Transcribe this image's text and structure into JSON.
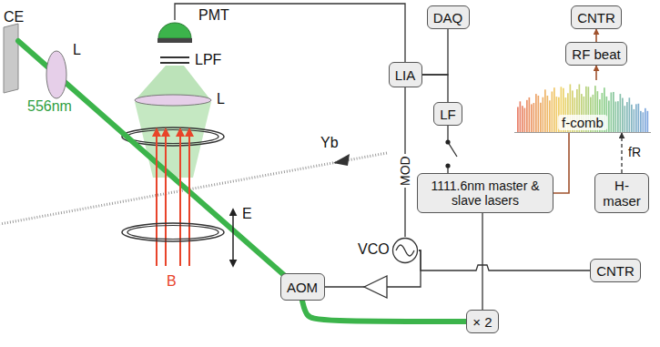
{
  "diagram": {
    "nodes": [
      {
        "text": [
          "PMT"
        ]
      },
      {
        "text": [
          "DAQ"
        ]
      },
      {
        "text": [
          "CNTR"
        ]
      },
      {
        "text": [
          "LIA"
        ]
      },
      {
        "text": [
          "RF beat"
        ]
      },
      {
        "text": [
          "f-comb"
        ]
      },
      {
        "text": [
          "LF"
        ]
      },
      {
        "text": [
          "1111.6nm master & slave lasers"
        ]
      },
      {
        "text": [
          "H-maser"
        ]
      },
      {
        "text": [
          "VCO"
        ]
      },
      {
        "text": [
          "CNTR"
        ]
      },
      {
        "text": [
          "AOM"
        ]
      },
      {
        "text": [
          "× 2"
        ]
      }
    ],
    "edges": [
      {
        "from": 0,
        "to": 3,
        "arrow": "none"
      },
      {
        "from": 3,
        "to": 1,
        "arrow": "none"
      },
      {
        "from": 3,
        "to": 6,
        "arrow": "none"
      },
      {
        "from": 6,
        "to": 7,
        "arrow": "none"
      },
      {
        "from": 3,
        "to": 9,
        "label": "MOD",
        "arrow": "none"
      },
      {
        "from": 9,
        "to": 11,
        "arrow": "none"
      },
      {
        "from": 9,
        "to": 10,
        "arrow": "none"
      },
      {
        "from": 7,
        "to": 12,
        "arrow": "none"
      },
      {
        "from": 12,
        "to": 11,
        "arrow": "none"
      },
      {
        "from": 7,
        "to": 5,
        "arrow": "none"
      },
      {
        "from": 5,
        "to": 4,
        "arrow": "to"
      },
      {
        "from": 4,
        "to": 2,
        "arrow": "to"
      },
      {
        "from": 8,
        "to": 5,
        "label": "fR",
        "arrow": "to"
      }
    ],
    "labels": [
      "CE",
      "L",
      "556nm",
      "LPF",
      "L",
      "Yb",
      "E",
      "B"
    ]
  }
}
